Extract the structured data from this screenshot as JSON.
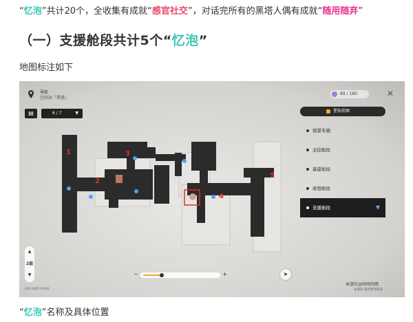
{
  "intro": {
    "q_open": "“",
    "item_name": "忆泡",
    "q_close": "”",
    "text_a": "共计20个，全收集有成就",
    "q2_open": "“",
    "achievement1": "感官社交",
    "q2_close": "”",
    "text_b": "，对话完所有的黑塔人偶有成就",
    "q3_open": "“",
    "achievement2": "随用随弃",
    "q3_close": "”"
  },
  "heading": {
    "prefix": "（一）支援舱段共计5个“",
    "item_name": "忆泡",
    "suffix": "”"
  },
  "map_caption": "地图标注如下",
  "names_caption": {
    "q_open": "“",
    "item_name": "忆泡",
    "rest": "”名称及具体位置"
  },
  "screenshot": {
    "top_label": "导航",
    "top_sub": "空间站「黑塔」",
    "counter": "89 / 180",
    "close": "✕",
    "floor_icon": "▤",
    "floor_value": "6 / 7",
    "panel_title": "星轨航图",
    "menu": [
      {
        "label": "观景车厢",
        "active": false
      },
      {
        "label": "主控舱段",
        "active": false
      },
      {
        "label": "基座舱段",
        "active": false
      },
      {
        "label": "收容舱段",
        "active": false
      },
      {
        "label": "支援舱段",
        "active": true
      }
    ],
    "zoom_up": "▲",
    "zoom_level": "2层",
    "zoom_down": "▼",
    "uid": "UID 106579168",
    "slider_minus": "−",
    "slider_plus": "+",
    "slider_value": 0.25,
    "markers": [
      "1",
      "2",
      "3",
      "4",
      "5"
    ],
    "watermark": "米游社@咕咕的雨",
    "watermark_sub": "米游社·崩坏星穹铁道",
    "marker_color": "#e0301e",
    "accent": "#f0a93b"
  }
}
